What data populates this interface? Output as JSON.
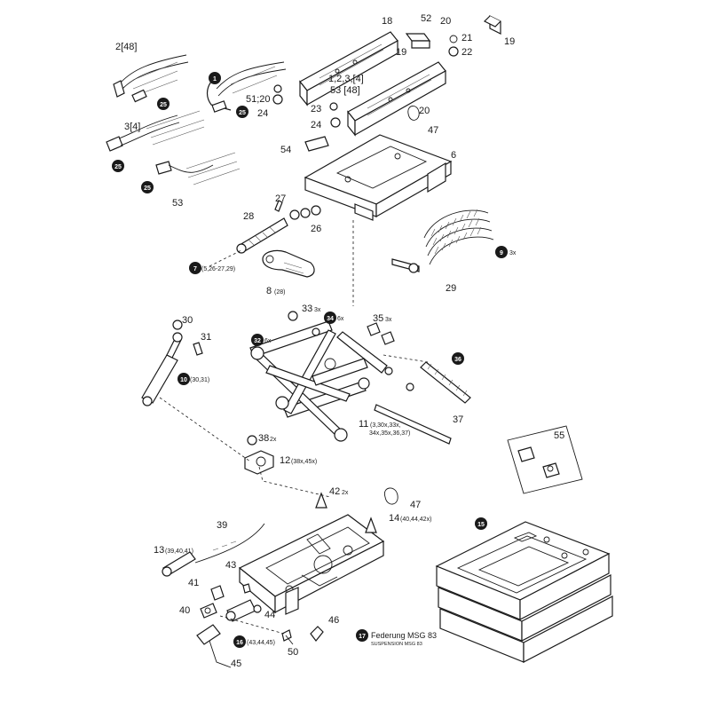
{
  "labels": {
    "l_2_48": "2[48]",
    "l_3_4": "3[4]",
    "l_53a": "53",
    "l_51_20": "51;20",
    "l_24a": "24",
    "l_18": "18",
    "l_52": "52",
    "l_20a": "20",
    "l_19a": "19",
    "l_21": "21",
    "l_22": "22",
    "l_19b": "19",
    "l_1234": "1,2,3,[4]",
    "l_53_48": "53 [48]",
    "l_23": "23",
    "l_24b": "24",
    "l_20b": "20",
    "l_47a": "47",
    "l_54": "54",
    "l_6": "6",
    "l_27": "27",
    "l_28": "28",
    "l_26": "26",
    "l_7_sub": "(5,26-27,29)",
    "l_8": "8",
    "l_8_sub": "(28)",
    "l_29": "29",
    "l_9_sub": "3x",
    "l_30": "30",
    "l_31": "31",
    "l_10_sub": "(30,31)",
    "l_33": "33",
    "l_33_sub": "3x",
    "l_34_sub": "6x",
    "l_35": "35",
    "l_35_sub": "3x",
    "l_32_sub": "6x",
    "l_37": "37",
    "l_11": "11",
    "l_11_sub1": "(3,30x,33x,",
    "l_11_sub2": "34x,35x,36,37)",
    "l_38": "38",
    "l_38_sub": "2x",
    "l_12": "12",
    "l_12_sub": "(38x,45x)",
    "l_55": "55",
    "l_42": "42",
    "l_42_sub": "2x",
    "l_47b": "47",
    "l_14": "14",
    "l_14_sub": "(40,44,42x)",
    "l_39": "39",
    "l_13": "13",
    "l_13_sub": "(39,40,41)",
    "l_43": "43",
    "l_41": "41",
    "l_40": "40",
    "l_44": "44",
    "l_46": "46",
    "l_16_sub": "(43,44,45)",
    "l_50": "50",
    "l_45": "45"
  },
  "badges": {
    "b1": "1",
    "b25a": "25",
    "b25b": "25",
    "b25c": "25",
    "b25d": "25",
    "b7": "7",
    "b9": "9",
    "b10": "10",
    "b32": "32",
    "b34": "34",
    "b36": "36",
    "b15": "15",
    "b16": "16",
    "b17": "17"
  },
  "footer": {
    "federung_title": "Federung MSG 83",
    "federung_sub": "SUSPENSION MSG 83"
  }
}
